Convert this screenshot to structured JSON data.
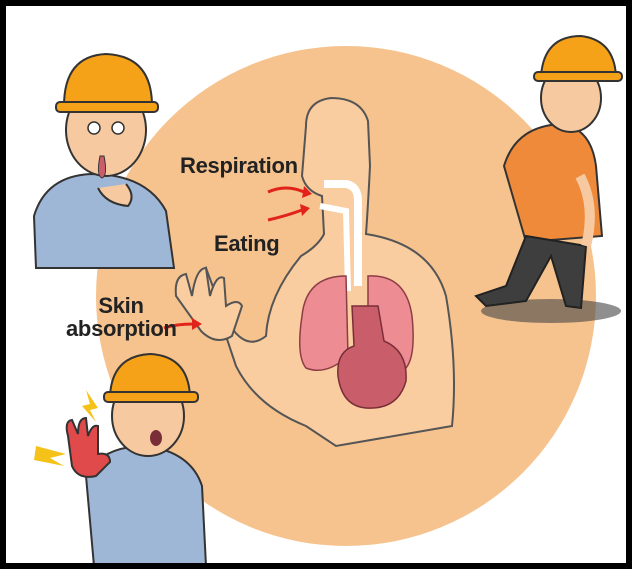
{
  "labels": {
    "respiration": "Respiration",
    "eating": "Eating",
    "skin_line1": "Skin",
    "skin_line2": "absorption"
  },
  "colors": {
    "circle": "#F6C38E",
    "helmet": "#F5A219",
    "body": "#F9CDA0",
    "lungs": "#EE8C93",
    "stomach": "#C95E6A",
    "arrow": "#E2231A",
    "shirt_blue": "#9FB7D6",
    "shirt_orange": "#EF8A3A",
    "pants": "#3E3E3E",
    "skin": "#F6C9A0",
    "frame": "#000000"
  },
  "icons": [
    "person-choking-icon",
    "person-dizzy-icon",
    "person-burned-hand-icon",
    "human-torso-icon",
    "lungs-icon",
    "stomach-icon",
    "red-arrow-icon"
  ]
}
